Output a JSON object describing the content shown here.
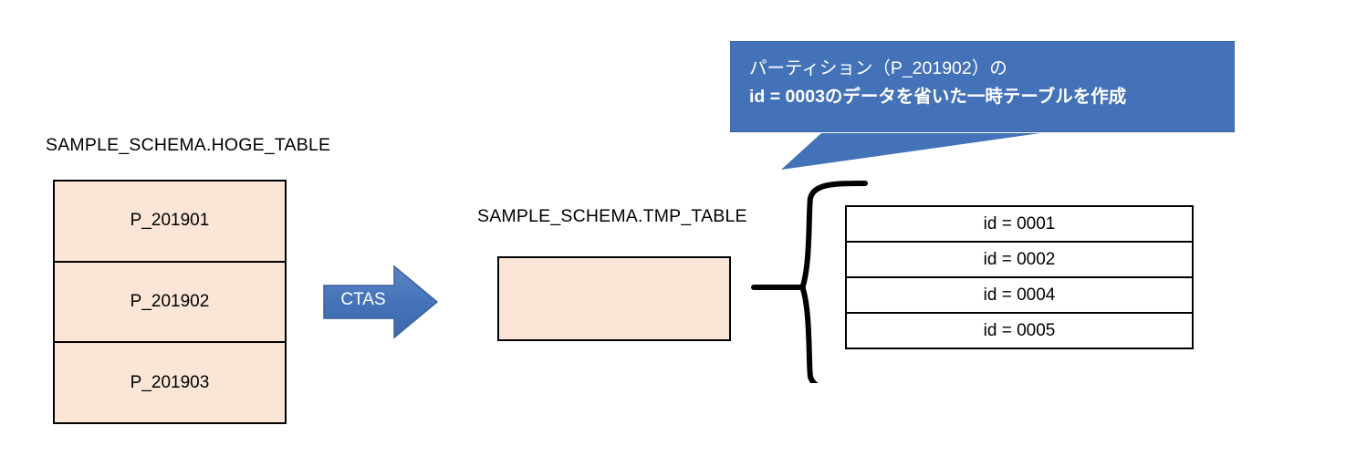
{
  "diagram": {
    "title_hidden": "",
    "colors": {
      "table_fill": "#FBE5D6",
      "callout_fill": "#4472B8",
      "arrow_fill": "#4472B8",
      "outline": "#000000",
      "callout_text": "#FFFFFF"
    }
  },
  "source_table": {
    "caption": "SAMPLE_SCHEMA.HOGE_TABLE",
    "partitions": [
      {
        "label": "P_201901"
      },
      {
        "label": "P_201902"
      },
      {
        "label": "P_201903"
      }
    ]
  },
  "operation": {
    "arrow_label": "CTAS",
    "arrow_icon": "right-arrow-icon"
  },
  "tmp_table": {
    "caption": "SAMPLE_SCHEMA.TMP_TABLE",
    "body_text": ""
  },
  "rows_table": {
    "brace_icon": "left-curly-brace-icon",
    "rows": [
      {
        "label": "id = 0001"
      },
      {
        "label": "id = 0002"
      },
      {
        "label": "id = 0004"
      },
      {
        "label": "id = 0005"
      }
    ]
  },
  "callout": {
    "icon": "speech-balloon-icon",
    "line1": "パーティション（P_201902）の",
    "line2": "id = 0003のデータを省いた一時テーブルを作成"
  }
}
